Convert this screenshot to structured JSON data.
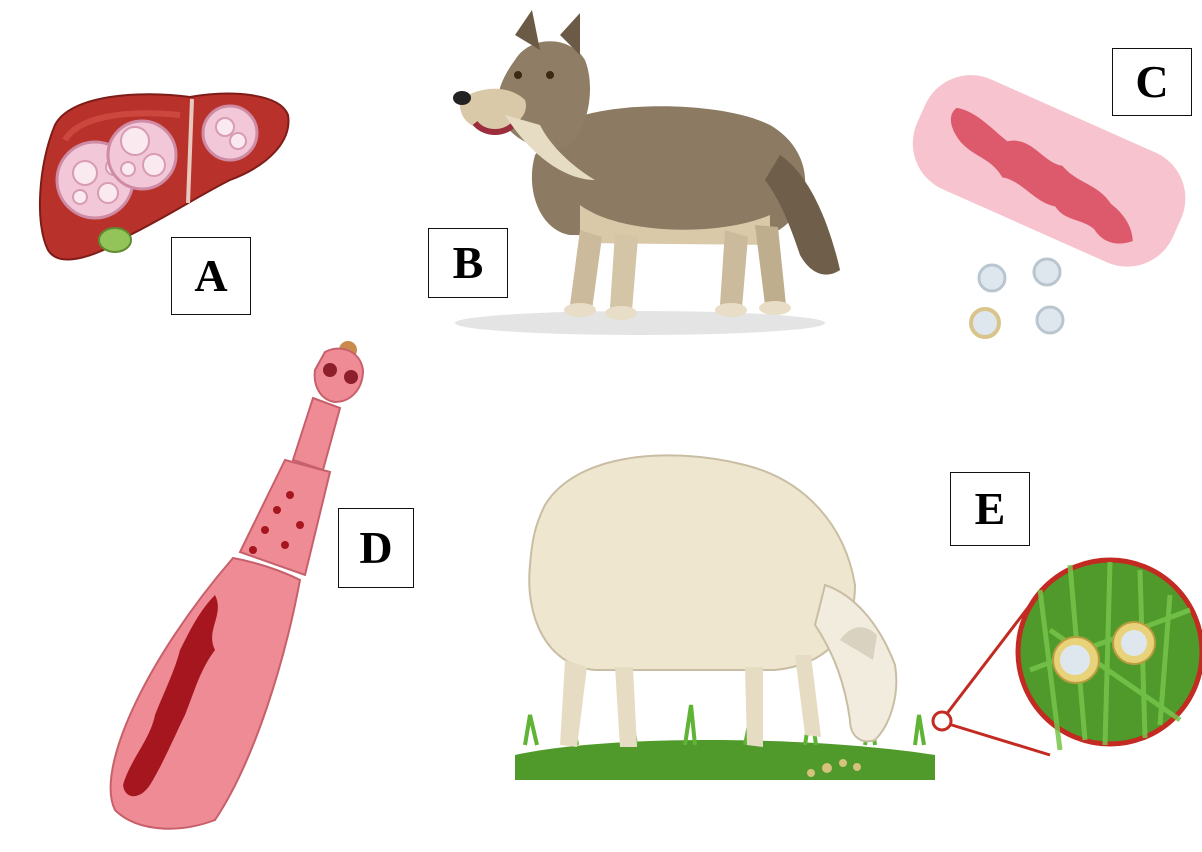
{
  "labels": {
    "a": "A",
    "b": "B",
    "c": "C",
    "d": "D",
    "e": "E"
  },
  "figures": {
    "a": "liver-with-hydatid-cysts",
    "b": "wolf",
    "c": "gravid-proglottid-with-eggs",
    "d": "adult-tapeworm",
    "e": "grazing-sheep-with-eggs-in-grass"
  },
  "colors": {
    "liver": "#b8322b",
    "cyst": "#f2c7d8",
    "wolf": "#8c7a62",
    "tapeworm": "#ee8b95",
    "uterus": "#a5161f",
    "sheep": "#efe6cf",
    "grass": "#4f9a2a",
    "zoom_ring": "#c32a21",
    "egg_shell": "#e8d27a"
  }
}
